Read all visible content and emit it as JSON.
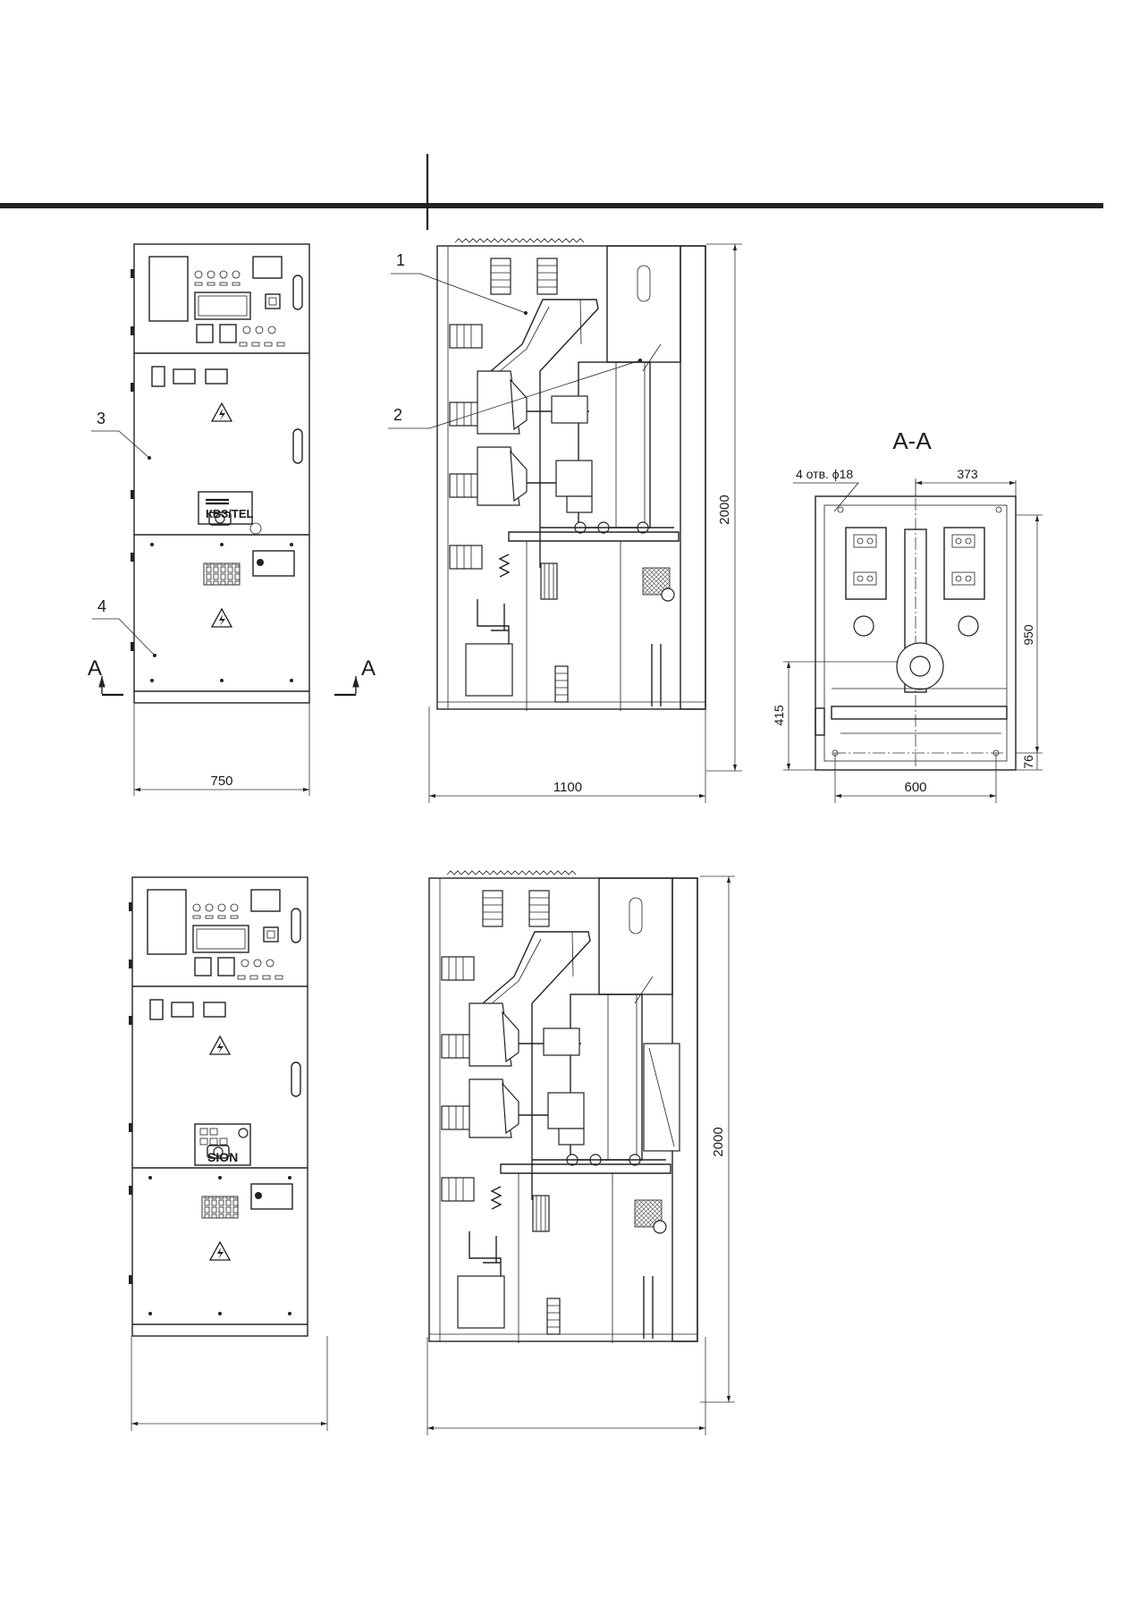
{
  "top_cabinet": {
    "front_view": {
      "callout_3": "3",
      "callout_4": "4",
      "section_mark_left": "A",
      "section_mark_right": "A",
      "relay_nameplate": "КВЗ/TEL",
      "width_dim": "750"
    },
    "side_view": {
      "callout_1": "1",
      "callout_2": "2",
      "height_dim": "2000",
      "depth_dim": "1100"
    },
    "section_view": {
      "title": "А-А",
      "holes_note": "4 отв. ϕ18",
      "dim_373": "373",
      "dim_950": "950",
      "dim_415": "415",
      "dim_76": "76",
      "dim_600": "600"
    }
  },
  "bottom_cabinet": {
    "front_view": {
      "relay_nameplate": "SION"
    },
    "side_view": {
      "height_dim": "2000"
    }
  },
  "icons": [
    "high-voltage-warning-icon",
    "door-handle-icon",
    "vacuum-breaker-icon"
  ]
}
